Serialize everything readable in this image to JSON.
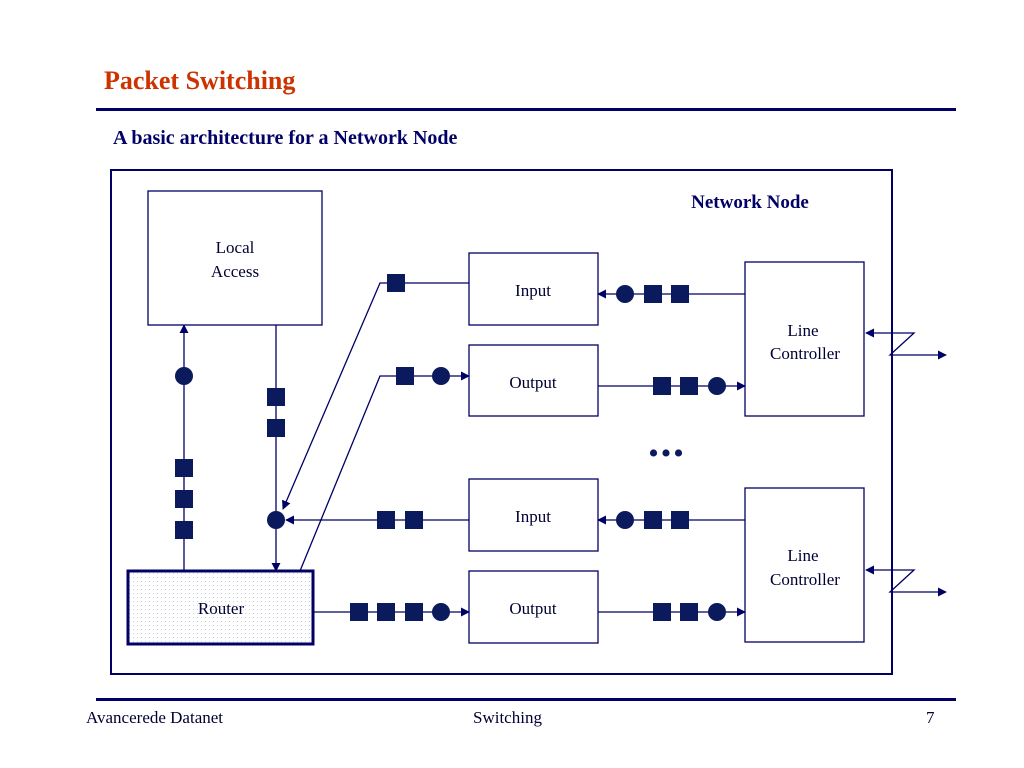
{
  "header": {
    "title": "Packet Switching",
    "subtitle": "A basic architecture for a Network Node"
  },
  "diagram": {
    "container_label": "Network Node",
    "local_access": [
      "Local",
      "Access"
    ],
    "router": "Router",
    "input_label": "Input",
    "output_label": "Output",
    "line_controller": [
      "Line",
      "Controller"
    ],
    "ellipsis": "•••"
  },
  "footer": {
    "left": "Avancerede Datanet",
    "center": "Switching",
    "page": "7"
  },
  "colors": {
    "navy": "#000066",
    "title_red": "#cc3300",
    "packet": "#0a1a5c"
  }
}
